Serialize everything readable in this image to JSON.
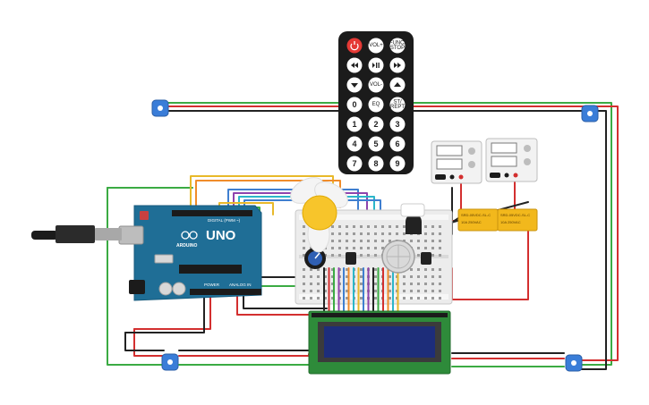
{
  "canvas": {
    "colors": {
      "background": "#ffffff",
      "wire_red": "#d32f2f",
      "wire_green": "#3bab43",
      "wire_black": "#222222",
      "wire_yellow": "#e8b92a",
      "wire_orange": "#f08c2a",
      "wire_blue": "#3f7fd0",
      "wire_purple": "#8e44ad",
      "wire_cyan": "#2bb6c9",
      "arduino_board": "#1f6e96",
      "lcd_board": "#2e8b3a",
      "lcd_screen": "#1d2d7a",
      "relay": "#f2b81c",
      "neopixel": "#3a7dd8",
      "breadboard": "#ececec",
      "remote": "#1b1b1b"
    },
    "icons": [
      "usb-cable-icon",
      "neopixel-icon",
      "power-button-icon",
      "rewind-icon",
      "play-pause-icon",
      "fast-forward-icon",
      "arrow-down-icon",
      "arrow-up-icon"
    ]
  },
  "arduino": {
    "brand": "ARDUINO",
    "model": "UNO",
    "digital_label": "DIGITAL (PWM ~)",
    "power_label": "POWER",
    "analog_label": "ANALOG IN"
  },
  "remote": {
    "buttons": [
      {
        "label": "",
        "icon": "power-button-icon"
      },
      {
        "label": "VOL+",
        "icon": ""
      },
      {
        "label": "FUNC/ STOP",
        "icon": ""
      },
      {
        "label": "",
        "icon": "rewind-icon"
      },
      {
        "label": "",
        "icon": "play-pause-icon"
      },
      {
        "label": "",
        "icon": "fast-forward-icon"
      },
      {
        "label": "",
        "icon": "arrow-down-icon"
      },
      {
        "label": "VOL-",
        "icon": ""
      },
      {
        "label": "",
        "icon": "arrow-up-icon"
      },
      {
        "label": "0",
        "icon": ""
      },
      {
        "label": "EQ",
        "icon": ""
      },
      {
        "label": "ST/ REPT",
        "icon": ""
      },
      {
        "label": "1",
        "icon": ""
      },
      {
        "label": "2",
        "icon": ""
      },
      {
        "label": "3",
        "icon": ""
      },
      {
        "label": "4",
        "icon": ""
      },
      {
        "label": "5",
        "icon": ""
      },
      {
        "label": "6",
        "icon": ""
      },
      {
        "label": "7",
        "icon": ""
      },
      {
        "label": "8",
        "icon": ""
      },
      {
        "label": "9",
        "icon": ""
      }
    ]
  },
  "relays": [
    {
      "model": "SRD-05VDC-SL-C",
      "rating": "10A 250VAC"
    },
    {
      "model": "SRD-05VDC-SL-C",
      "rating": "10A 250VAC"
    }
  ]
}
